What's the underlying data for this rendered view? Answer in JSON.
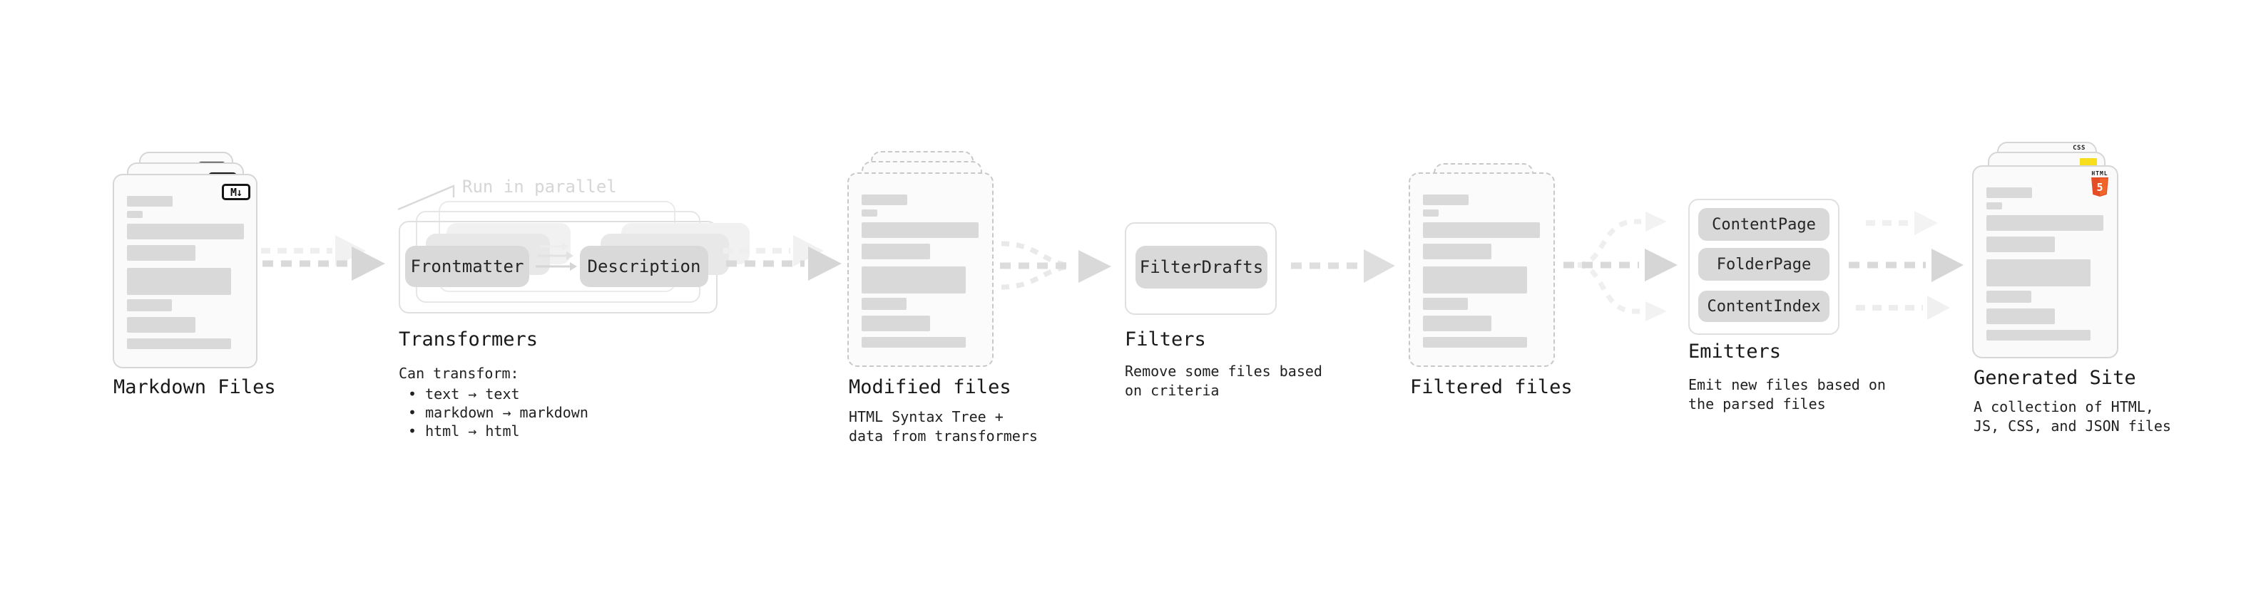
{
  "stages": {
    "markdown_files": {
      "title": "Markdown Files",
      "badge": "M↓"
    },
    "transformers": {
      "title": "Transformers",
      "annotation": "Run in parallel",
      "pill_left": "Frontmatter",
      "pill_right": "Description",
      "note_heading": "Can transform:",
      "notes": [
        "• text → text",
        "• markdown → markdown",
        "• html → html"
      ]
    },
    "modified_files": {
      "title": "Modified files",
      "subtitle_line1": "HTML Syntax Tree +",
      "subtitle_line2": "data from transformers"
    },
    "filters": {
      "title": "Filters",
      "pill": "FilterDrafts",
      "subtitle_line1": "Remove some files based",
      "subtitle_line2": "on criteria"
    },
    "filtered_files": {
      "title": "Filtered files"
    },
    "emitters": {
      "title": "Emitters",
      "pills": [
        "ContentPage",
        "FolderPage",
        "ContentIndex"
      ],
      "subtitle_line1": "Emit new files based on",
      "subtitle_line2": "the parsed files"
    },
    "generated_site": {
      "title": "Generated Site",
      "subtitle_line1": "A collection of HTML,",
      "subtitle_line2": "JS, CSS, and JSON files",
      "badge_css": "CSS",
      "badge_html_label": "HTML",
      "badge_html_number": "5"
    }
  },
  "colors": {
    "card_background": "#fafafa",
    "card_border": "#d6d6d6",
    "dashed_border": "#c8c8c8",
    "placeholder_bar": "#d9d9d9",
    "pill_gray": "#d9d9d9",
    "arrow_gray": "#d9d9d9",
    "annotation_gray": "#d6d6d6",
    "markdown_badge_black": "#151515",
    "css_blue": "#2b63e8",
    "js_yellow": "#f7df1e",
    "html5_orange": "#e44d26",
    "html5_orange_light": "#f16529"
  }
}
